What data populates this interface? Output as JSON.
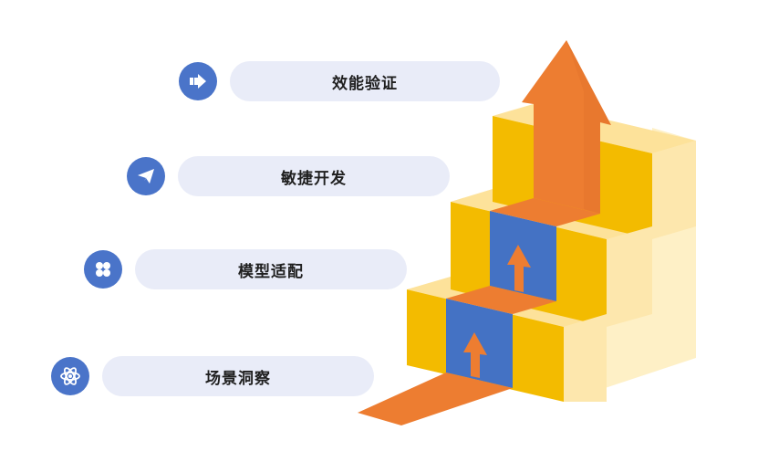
{
  "steps": [
    {
      "label": "效能验证",
      "icon": "arrow-right-icon"
    },
    {
      "label": "敏捷开发",
      "icon": "paper-plane-icon"
    },
    {
      "label": "模型适配",
      "icon": "four-circles-icon"
    },
    {
      "label": "场景洞察",
      "icon": "atom-icon"
    }
  ],
  "colors": {
    "pill_bg": "#e9ecf8",
    "icon_bg": "#4a74c9",
    "stair_front": "#f3bb00",
    "stair_top": "#fde29a",
    "stair_side": "#fef0c6",
    "arrow": "#ed7d31",
    "riser_blue": "#4472c4"
  }
}
